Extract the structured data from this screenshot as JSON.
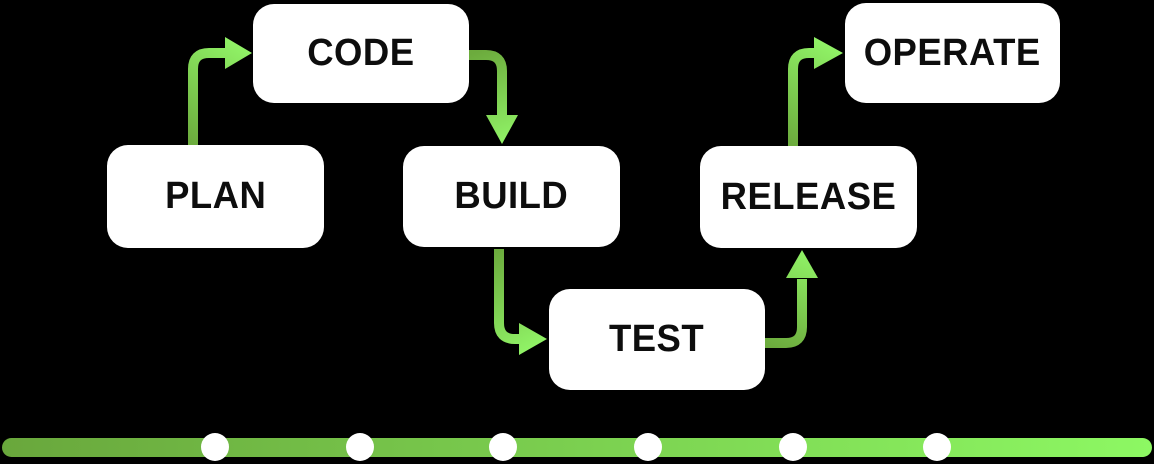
{
  "diagram": {
    "nodes": [
      {
        "id": "plan",
        "label": "PLAN"
      },
      {
        "id": "code",
        "label": "CODE"
      },
      {
        "id": "build",
        "label": "BUILD"
      },
      {
        "id": "test",
        "label": "TEST"
      },
      {
        "id": "release",
        "label": "RELEASE"
      },
      {
        "id": "operate",
        "label": "OPERATE"
      }
    ],
    "arrows": [
      {
        "from": "PLAN",
        "to": "CODE"
      },
      {
        "from": "CODE",
        "to": "BUILD"
      },
      {
        "from": "BUILD",
        "to": "TEST"
      },
      {
        "from": "TEST",
        "to": "RELEASE"
      },
      {
        "from": "RELEASE",
        "to": "OPERATE"
      }
    ],
    "timeline": {
      "dot_count": 6
    },
    "colors": {
      "background": "#000000",
      "node_fill": "#ffffff",
      "node_text": "#0d0d0d",
      "arrow_gradient_start": "#6cab3d",
      "arrow_gradient_end": "#90f266",
      "timeline_gradient_start": "#69a73c",
      "timeline_gradient_end": "#8df863",
      "dot_fill": "#ffffff"
    }
  }
}
